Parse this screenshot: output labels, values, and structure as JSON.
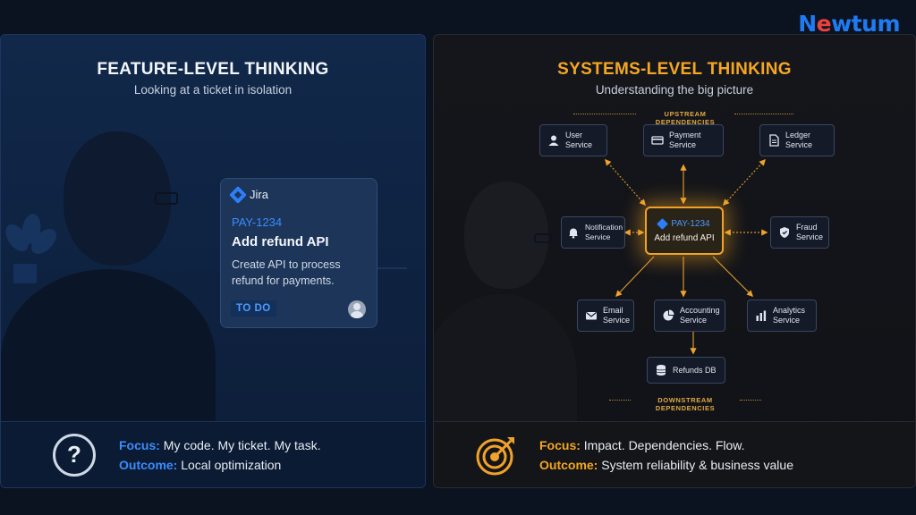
{
  "brand": {
    "logo_text": "Newtum"
  },
  "left_panel": {
    "title": "FEATURE-LEVEL THINKING",
    "subtitle": "Looking at a ticket in isolation",
    "ticket_card": {
      "app": "Jira",
      "key": "PAY-1234",
      "title": "Add refund API",
      "description": "Create API to process refund for payments.",
      "status": "TO DO"
    },
    "footer": {
      "icon": "question-icon",
      "focus_label": "Focus:",
      "focus_value": "My code. My ticket. My task.",
      "outcome_label": "Outcome:",
      "outcome_value": "Local optimization"
    }
  },
  "right_panel": {
    "title": "SYSTEMS-LEVEL THINKING",
    "subtitle": "Understanding the big picture",
    "upstream_label": "UPSTREAM DEPENDENCIES",
    "downstream_label": "DOWNSTREAM DEPENDENCIES",
    "center": {
      "key": "PAY-1234",
      "title": "Add refund API"
    },
    "nodes": {
      "user": {
        "l1": "User",
        "l2": "Service",
        "icon": "user-icon"
      },
      "payment": {
        "l1": "Payment",
        "l2": "Service",
        "icon": "card-icon"
      },
      "ledger": {
        "l1": "Ledger",
        "l2": "Service",
        "icon": "document-icon"
      },
      "notification": {
        "l1": "Notification",
        "l2": "Service",
        "icon": "bell-icon"
      },
      "fraud": {
        "l1": "Fraud",
        "l2": "Service",
        "icon": "shield-icon"
      },
      "email": {
        "l1": "Email",
        "l2": "Service",
        "icon": "mail-icon"
      },
      "accounting": {
        "l1": "Accounting",
        "l2": "Service",
        "icon": "pie-chart-icon"
      },
      "analytics": {
        "l1": "Analytics",
        "l2": "Service",
        "icon": "bar-chart-icon"
      },
      "refunds_db": {
        "l1": "Refunds DB",
        "l2": "",
        "icon": "database-icon"
      }
    },
    "footer": {
      "icon": "target-icon",
      "focus_label": "Focus:",
      "focus_value": "Impact. Dependencies. Flow.",
      "outcome_label": "Outcome:",
      "outcome_value": "System reliability & business value"
    }
  },
  "colors": {
    "accent_blue": "#3b8cff",
    "accent_orange": "#f5a623",
    "logo_blue": "#1f7bf2"
  }
}
